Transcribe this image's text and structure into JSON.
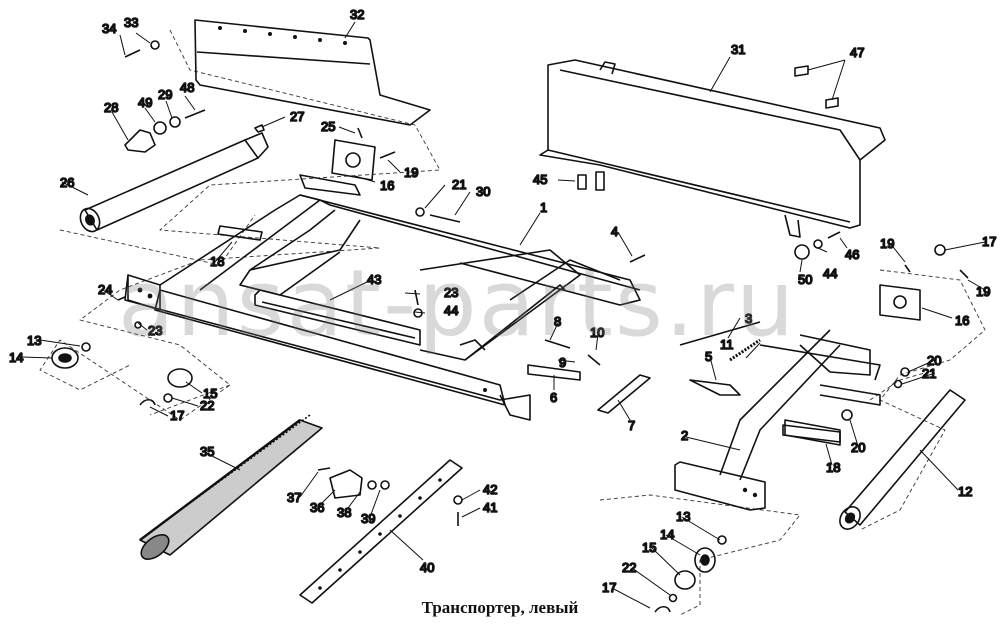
{
  "caption": "Транспортер, левый",
  "watermark": "ansat-parts.ru",
  "labels": {
    "p1": "1",
    "p2": "2",
    "p3": "3",
    "p4": "4",
    "p5": "5",
    "p6": "6",
    "p7": "7",
    "p8": "8",
    "p9": "9",
    "p10": "10",
    "p11": "11",
    "p12": "12",
    "p13a": "13",
    "p13b": "13",
    "p14a": "14",
    "p14b": "14",
    "p15a": "15",
    "p15b": "15",
    "p16a": "16",
    "p16b": "16",
    "p17a": "17",
    "p17b": "17",
    "p17c": "17",
    "p18a": "18",
    "p18b": "18",
    "p19a": "19",
    "p19b": "19",
    "p19c": "19",
    "p20a": "20",
    "p20b": "20",
    "p21a": "21",
    "p21b": "21",
    "p22a": "22",
    "p22b": "22",
    "p23a": "23",
    "p23b": "23",
    "p24": "24",
    "p25": "25",
    "p26": "26",
    "p27": "27",
    "p28": "28",
    "p29": "29",
    "p30": "30",
    "p31": "31",
    "p32": "32",
    "p33": "33",
    "p34": "34",
    "p35": "35",
    "p36": "36",
    "p37": "37",
    "p38": "38",
    "p39": "39",
    "p40": "40",
    "p41": "41",
    "p42": "42",
    "p43": "43",
    "p44": "44",
    "p45": "45",
    "p46": "46",
    "p47": "47",
    "p48": "48",
    "p49": "49",
    "p50": "50"
  }
}
